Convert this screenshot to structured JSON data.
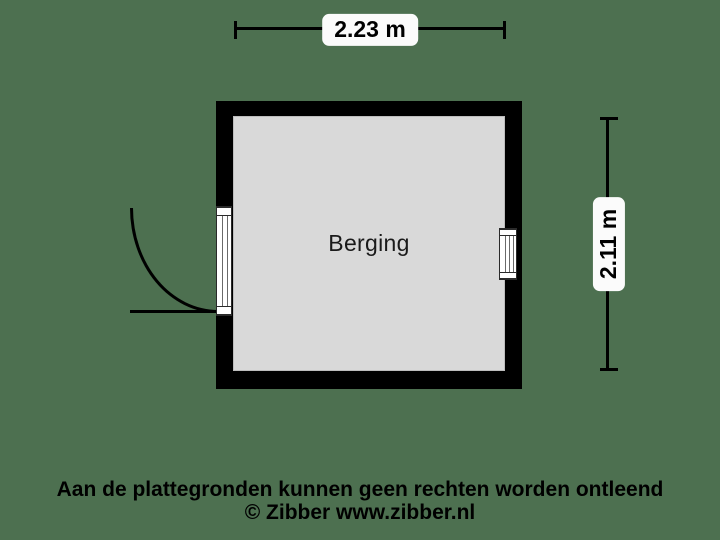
{
  "plan": {
    "room": {
      "label": "Berging",
      "fill_color": "#d9d9d9",
      "wall_color": "#000000"
    },
    "background_color": "#4d7050",
    "dimensions": {
      "width": {
        "value": "2.23 m",
        "orientation": "horizontal"
      },
      "height": {
        "value": "2.11 m",
        "orientation": "vertical"
      }
    },
    "openings": [
      {
        "type": "door",
        "wall": "left",
        "swing": "outward-left"
      },
      {
        "type": "window",
        "wall": "right"
      }
    ]
  },
  "footer": {
    "disclaimer": "Aan de plattegronden kunnen geen rechten worden ontleend",
    "copyright": "© Zibber www.zibber.nl"
  }
}
